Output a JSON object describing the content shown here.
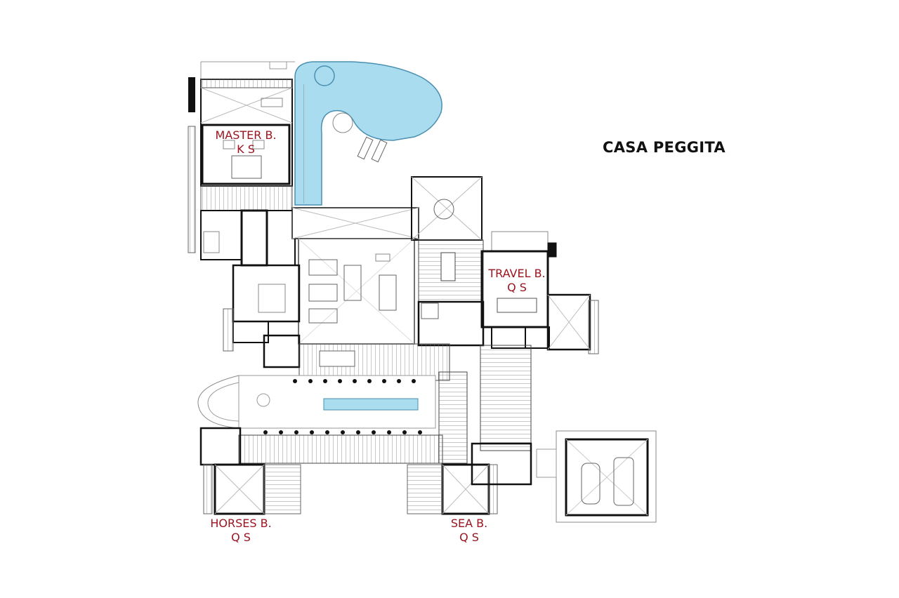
{
  "title": "CASA PEGGITA",
  "rooms": {
    "master": {
      "name": "MASTER B.",
      "beds": "K S"
    },
    "travel": {
      "name": "TRAVEL B.",
      "beds": "Q S"
    },
    "horses": {
      "name": "HORSES B.",
      "beds": "Q S"
    },
    "sea": {
      "name": "SEA B.",
      "beds": "Q S"
    }
  },
  "colors": {
    "background": "#ffffff",
    "wall": "#111111",
    "line": "#666666",
    "water": "#a9dcef",
    "label": "#9b1420"
  }
}
